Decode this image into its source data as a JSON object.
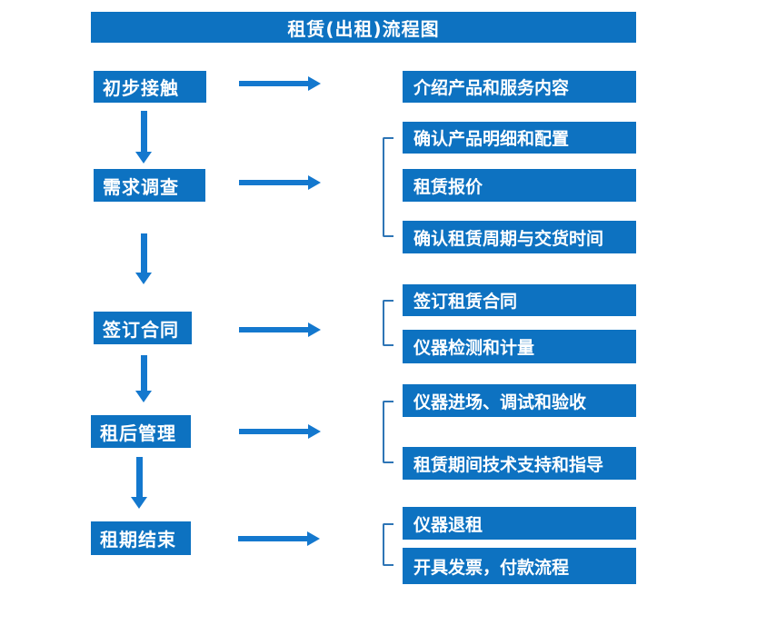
{
  "title": "租赁(出租)流程图",
  "colors": {
    "box_fill": "#0D72C1",
    "arrow": "#1478CE",
    "bracket": "#2E75B6",
    "box_text": "#FFFFFF",
    "page_bg": "#FFFFFF"
  },
  "flow": {
    "stages": [
      {
        "label": "初步接触",
        "details": [
          "介绍产品和服务内容"
        ]
      },
      {
        "label": "需求调查",
        "details": [
          "确认产品明细和配置",
          "租赁报价",
          "确认租赁周期与交货时间"
        ]
      },
      {
        "label": "签订合同",
        "details": [
          "签订租赁合同",
          "仪器检测和计量"
        ]
      },
      {
        "label": "租后管理",
        "details": [
          "仪器进场、调试和验收",
          "租赁期间技术支持和指导"
        ]
      },
      {
        "label": "租期结束",
        "details": [
          "仪器退租",
          "开具发票，付款流程"
        ]
      }
    ]
  }
}
